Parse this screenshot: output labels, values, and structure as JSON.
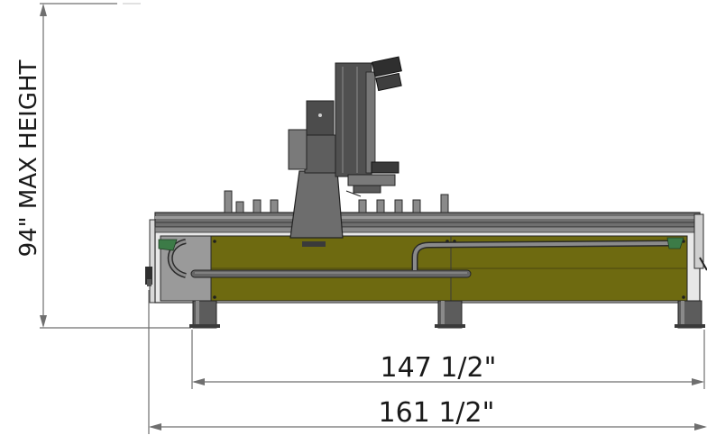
{
  "dimensions": {
    "height_label": "94\" MAX HEIGHT",
    "inner_width_label": "147 1/2\"",
    "outer_width_label": "161 1/2\""
  },
  "colors": {
    "frame": "#6b6b6b",
    "frame_dark": "#3f3f3f",
    "panel": "#6e6a10",
    "panel_dark": "#4a4710",
    "dimension_line": "#6f6f6f",
    "accent_green": "#3c7b47"
  }
}
